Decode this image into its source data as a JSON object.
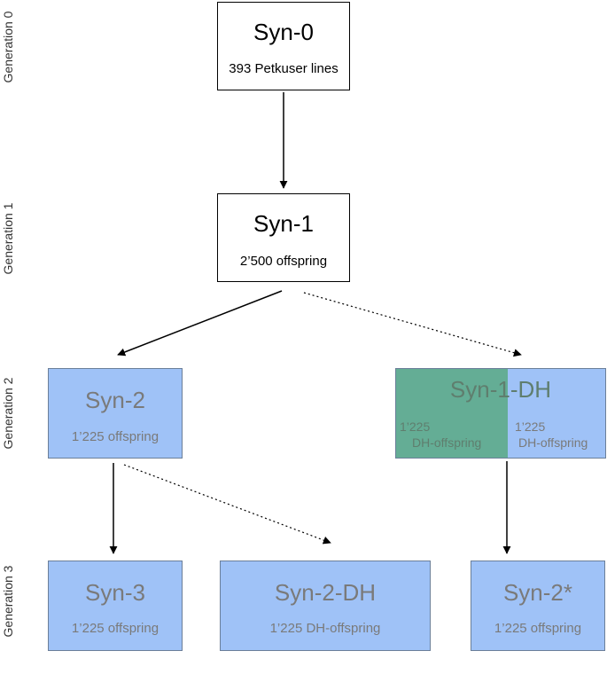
{
  "generations": [
    "Generation 0",
    "Generation 1",
    "Generation 2",
    "Generation 3"
  ],
  "nodes": {
    "syn0": {
      "title": "Syn-0",
      "subtitle": "393 Petkuser lines"
    },
    "syn1": {
      "title": "Syn-1",
      "subtitle": "2’500 offspring"
    },
    "syn2": {
      "title": "Syn-2",
      "subtitle": "1’225 offspring"
    },
    "syn1dh": {
      "title": "Syn-1-DH",
      "left_line1": "1’225",
      "left_line2": "DH-offspring",
      "right_line1": "1’225",
      "right_line2": "DH-offspring"
    },
    "syn3": {
      "title": "Syn-3",
      "subtitle": "1’225 offspring"
    },
    "syn2dh": {
      "title": "Syn-2-DH",
      "subtitle": "1’225 DH-offspring"
    },
    "syn2star": {
      "title": "Syn-2*",
      "subtitle": "1’225 offspring"
    }
  },
  "colors": {
    "box_blue": "#9fc2f7",
    "box_green": "#64ad95",
    "arrow": "#000000"
  },
  "edges": [
    {
      "from": "syn0",
      "to": "syn1",
      "style": "solid"
    },
    {
      "from": "syn1",
      "to": "syn2",
      "style": "solid"
    },
    {
      "from": "syn1",
      "to": "syn1dh",
      "style": "dotted"
    },
    {
      "from": "syn2",
      "to": "syn3",
      "style": "solid"
    },
    {
      "from": "syn2",
      "to": "syn2dh",
      "style": "dotted"
    },
    {
      "from": "syn1dh",
      "to": "syn2star",
      "style": "solid"
    }
  ]
}
